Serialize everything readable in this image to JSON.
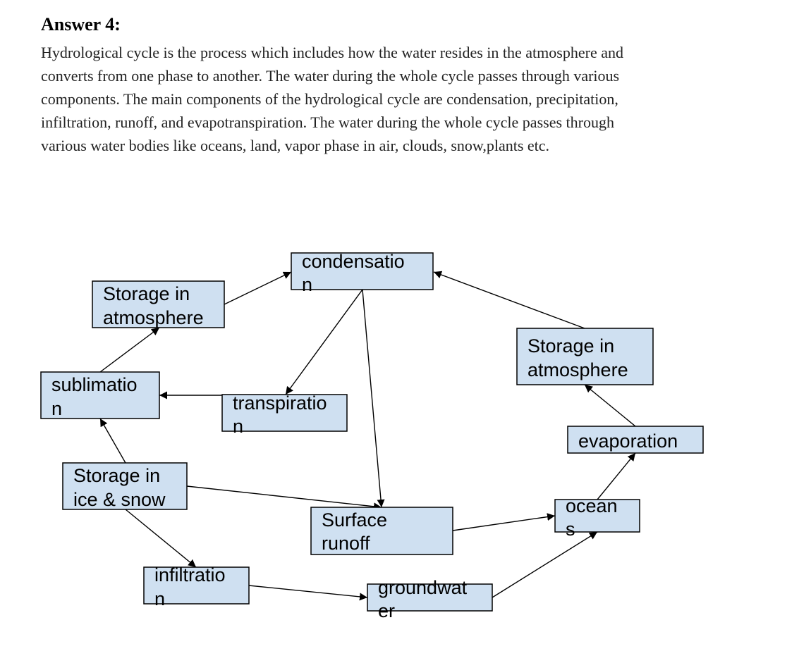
{
  "heading": "Answer 4:",
  "paragraph_lines": [
    "Hydrological cycle is the process which includes how the water resides in the atmosphere and",
    "converts from one phase to another. The water during the whole cycle passes through various",
    "components. The main components of the hydrological cycle are condensation, precipitation,",
    "infiltration, runoff, and evapotranspiration. The water during the whole cycle passes through",
    "various water bodies like oceans, land, vapor phase in air, clouds, snow,plants etc."
  ],
  "diagram": {
    "nodes": {
      "condensation": [
        "condensatio",
        "n"
      ],
      "storage_atm_left": [
        "Storage in",
        "atmosphere"
      ],
      "storage_atm_right": [
        "Storage in",
        "atmosphere"
      ],
      "sublimation": [
        "sublimatio",
        "n"
      ],
      "transpiration": [
        "transpiratio",
        "n"
      ],
      "evaporation": [
        "evaporation"
      ],
      "storage_ice": [
        "Storage in",
        "ice & snow"
      ],
      "surface_runoff": [
        "Surface",
        "runoff"
      ],
      "oceans": [
        "ocean",
        "s"
      ],
      "infiltration": [
        "infiltratio",
        "n"
      ],
      "groundwater": [
        "groundwat",
        "er"
      ]
    },
    "edges": [
      {
        "from": "storage_atm_left",
        "to": "condensation"
      },
      {
        "from": "storage_atm_right",
        "to": "condensation"
      },
      {
        "from": "condensation",
        "to": "transpiration"
      },
      {
        "from": "condensation",
        "to": "surface_runoff"
      },
      {
        "from": "transpiration",
        "to": "sublimation"
      },
      {
        "from": "sublimation",
        "to": "storage_atm_left"
      },
      {
        "from": "storage_ice",
        "to": "sublimation"
      },
      {
        "from": "storage_ice",
        "to": "surface_runoff"
      },
      {
        "from": "storage_ice",
        "to": "infiltration"
      },
      {
        "from": "infiltration",
        "to": "groundwater"
      },
      {
        "from": "groundwater",
        "to": "oceans"
      },
      {
        "from": "surface_runoff",
        "to": "oceans"
      },
      {
        "from": "oceans",
        "to": "evaporation"
      },
      {
        "from": "evaporation",
        "to": "storage_atm_right"
      }
    ]
  },
  "colors": {
    "box_fill": "#cfe0f1",
    "box_stroke": "#000000",
    "arrow": "#000000"
  }
}
